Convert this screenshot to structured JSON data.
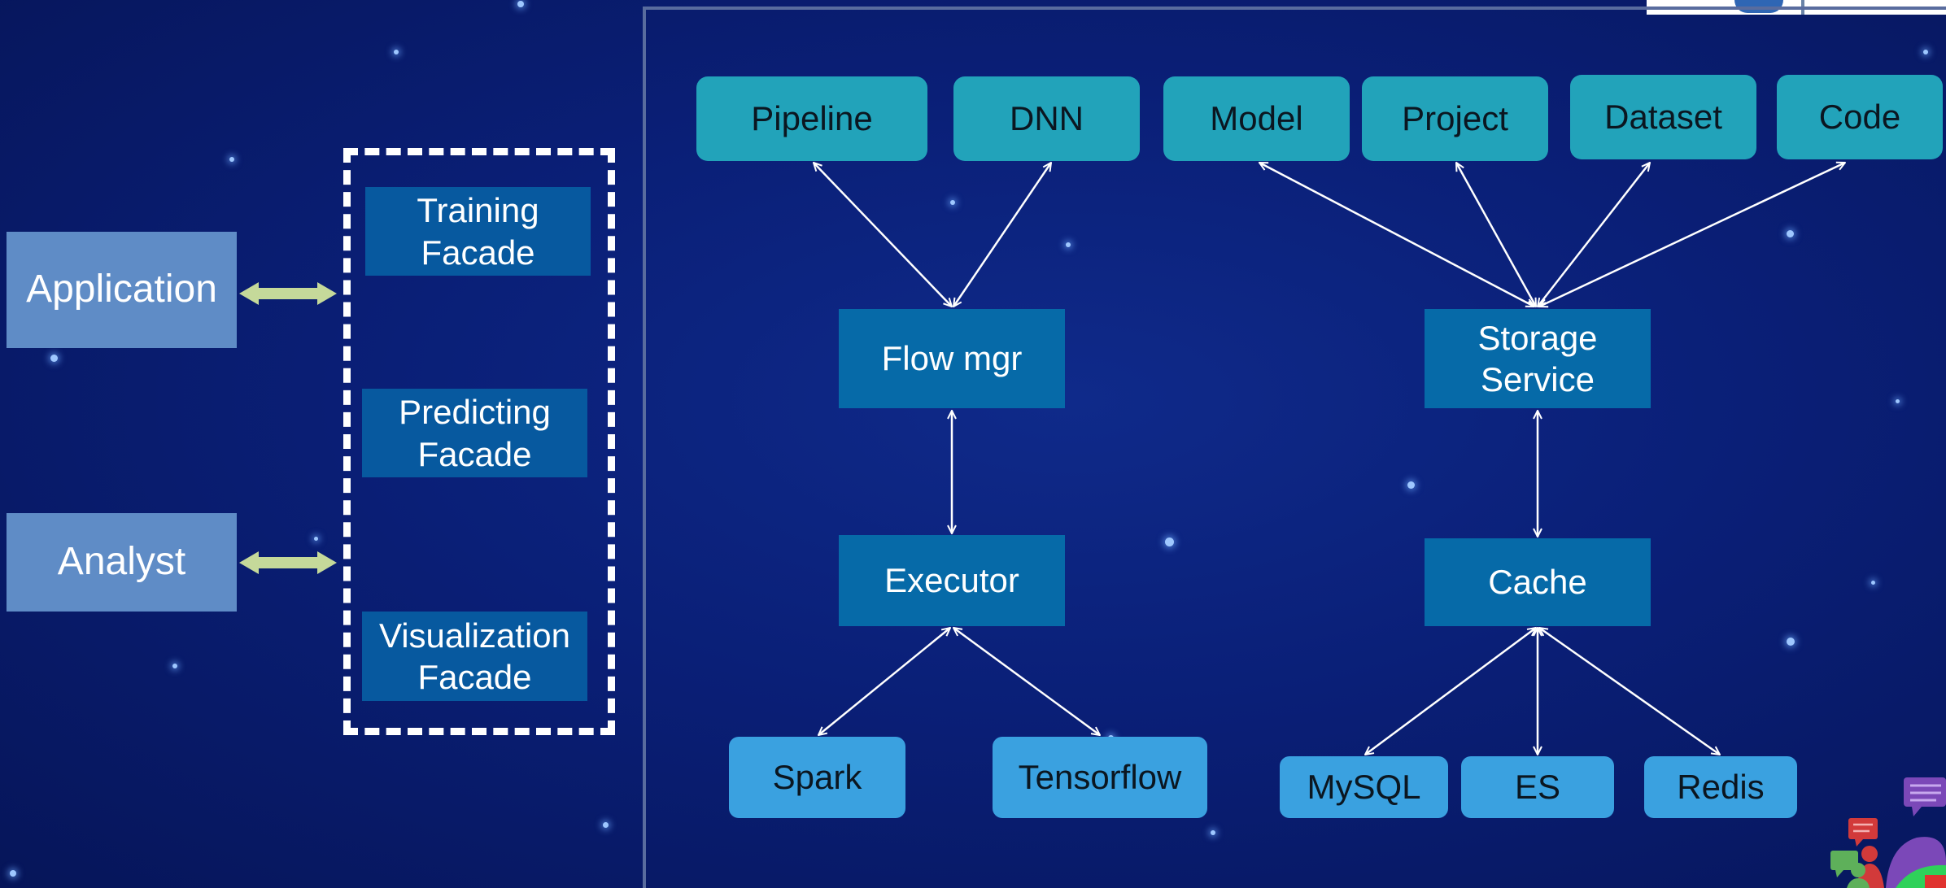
{
  "actors": {
    "application": "Application",
    "analyst": "Analyst"
  },
  "facades": {
    "training": "Training\nFacade",
    "predicting": "Predicting\nFacade",
    "visualization": "Visualization\nFacade"
  },
  "top_row": {
    "pipeline": "Pipeline",
    "dnn": "DNN",
    "model": "Model",
    "project": "Project",
    "dataset": "Dataset",
    "code": "Code"
  },
  "services": {
    "flow_mgr": "Flow mgr",
    "storage_service": "Storage\nService",
    "executor": "Executor",
    "cache": "Cache"
  },
  "backends": {
    "spark": "Spark",
    "tensorflow": "Tensorflow",
    "mysql": "MySQL",
    "es": "ES",
    "redis": "Redis"
  },
  "colors": {
    "background": "#0a1f77",
    "actor_box": "#5f8cc6",
    "facade_box": "#07599f",
    "teal_box": "#22a3ba",
    "service_box": "#066aa8",
    "backend_box": "#3aa1e0",
    "actor_arrow": "#c5d99a",
    "connector": "#ffffff"
  }
}
